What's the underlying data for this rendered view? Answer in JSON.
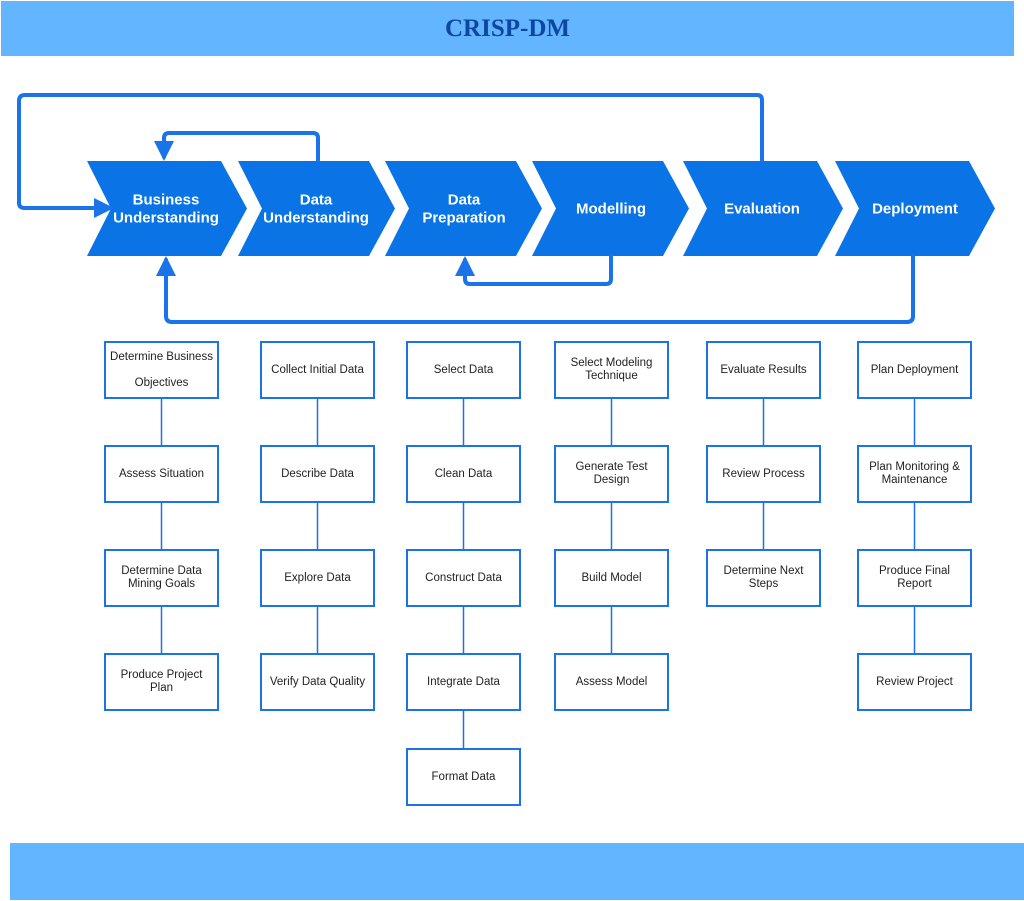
{
  "title": "CRISP-DM",
  "colors": {
    "banner": "#63b5ff",
    "title_text": "#0d47a1",
    "chevron": "#0a73e6",
    "flow_line": "#1a73e8",
    "task_border": "#1a73e8",
    "connector": "#1a73e8"
  },
  "phases": [
    {
      "label": [
        "Business",
        "Understanding"
      ]
    },
    {
      "label": [
        "Data",
        "Understanding"
      ]
    },
    {
      "label": [
        "Data",
        "Preparation"
      ]
    },
    {
      "label": [
        "Modelling"
      ]
    },
    {
      "label": [
        "Evaluation"
      ]
    },
    {
      "label": [
        "Deployment"
      ]
    }
  ],
  "tasks": [
    [
      "Determine Business Objectives",
      "Assess Situation",
      "Determine Data Mining Goals",
      "Produce Project Plan"
    ],
    [
      "Collect Initial Data",
      "Describe Data",
      "Explore Data",
      "Verify Data Quality"
    ],
    [
      "Select Data",
      "Clean Data",
      "Construct Data",
      "Integrate Data",
      "Format Data"
    ],
    [
      "Select Modeling Technique",
      "Generate Test Design",
      "Build Model",
      "Assess Model"
    ],
    [
      "Evaluate Results",
      "Review Process",
      "Determine Next Steps"
    ],
    [
      "Plan Deployment",
      "Plan Monitoring & Maintenance",
      "Produce Final Report",
      "Review Project"
    ]
  ]
}
